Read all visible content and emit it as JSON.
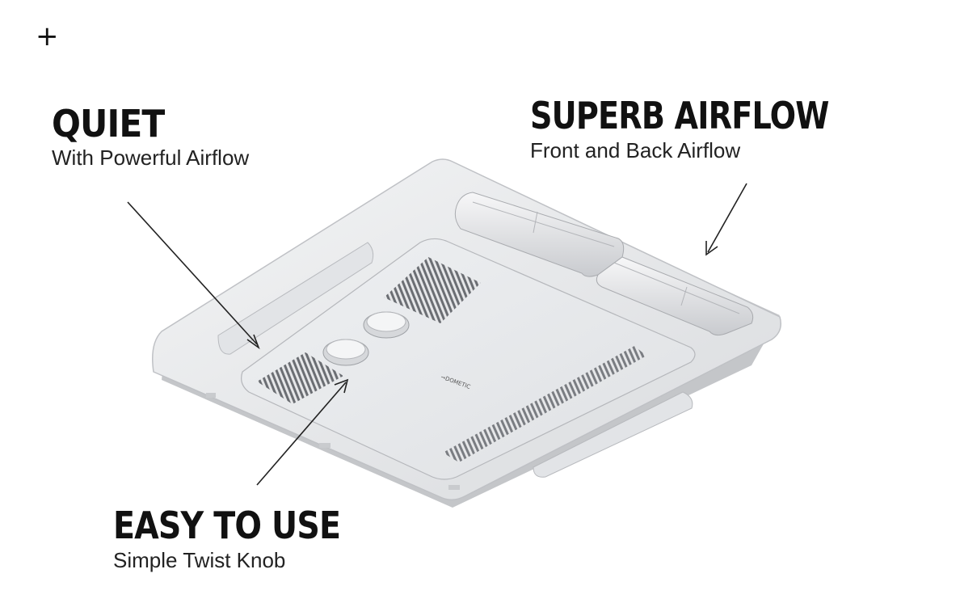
{
  "add_control": {
    "icon": "plus-icon",
    "glyph": "+"
  },
  "callouts": {
    "quiet": {
      "title": "QUIET",
      "subtitle": "With Powerful Airflow"
    },
    "airflow": {
      "title": "SUPERB AIRFLOW",
      "subtitle": "Front and Back Airflow"
    },
    "easy": {
      "title": "EASY TO USE",
      "subtitle": "Simple Twist Knob"
    }
  },
  "product": {
    "brand": "⊸DOMETIC",
    "color": "#e9eaec"
  }
}
